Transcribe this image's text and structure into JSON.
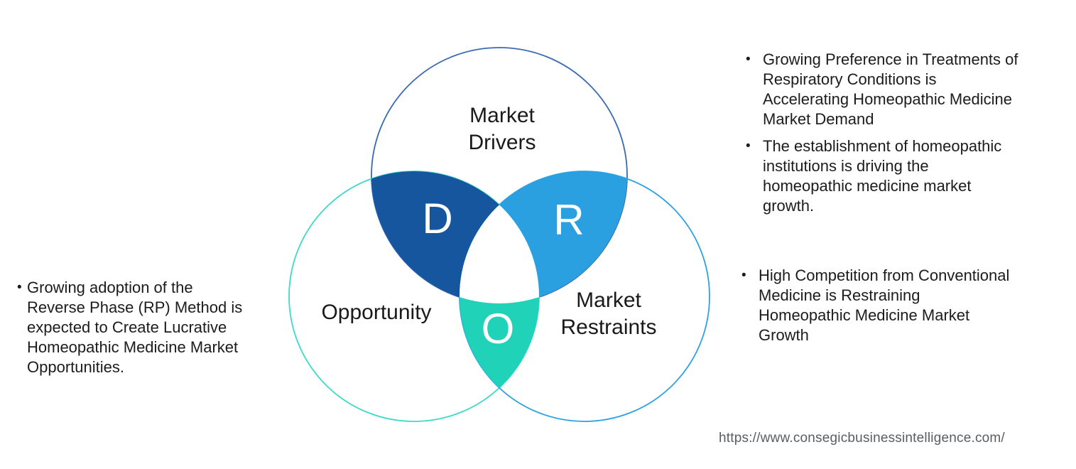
{
  "venn": {
    "drivers": {
      "label": "Market\nDrivers",
      "letter": "D"
    },
    "restraints": {
      "label": "Market\nRestraints",
      "letter": "R"
    },
    "opportunity": {
      "label": "Opportunity",
      "letter": "O"
    }
  },
  "colors": {
    "drivers_fill": "#15569E",
    "restraints_fill": "#2BA0E0",
    "opportunity_fill": "#20D2B8",
    "triple_fill": "#FFFFFF",
    "drivers_stroke": "#3A6AB0",
    "opportunity_stroke": "#3ED9C8",
    "restraints_stroke": "#2DA2E2"
  },
  "notes": {
    "marker": "•",
    "drivers": [
      "Growing Preference in Treatments of\nRespiratory Conditions is\nAccelerating Homeopathic Medicine\nMarket Demand",
      "The establishment of homeopathic\ninstitutions is driving the\nhomeopathic medicine market\ngrowth."
    ],
    "restraints": [
      "High Competition from Conventional\nMedicine is Restraining\nHomeopathic Medicine Market\nGrowth"
    ],
    "opportunity": [
      "Growing adoption of the\nReverse Phase (RP) Method is\nexpected to Create Lucrative\nHomeopathic Medicine Market\nOpportunities."
    ]
  },
  "footer": {
    "url": "https://www.consegicbusinessintelligence.com/"
  }
}
